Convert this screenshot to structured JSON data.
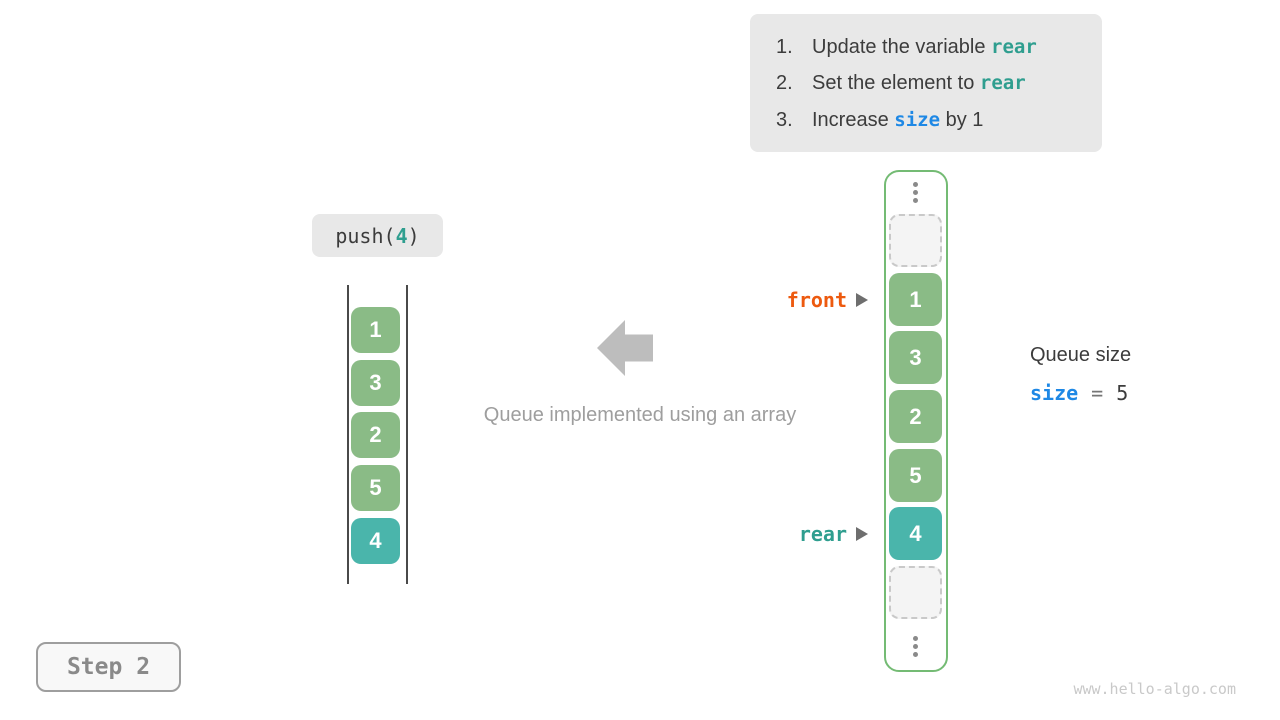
{
  "colors": {
    "green": "#8abb86",
    "teal": "#4ab5ab",
    "container-border": "#74bb74",
    "orange": "#ed5a0f",
    "teal-text": "#2f9e8f",
    "blue": "#1e88e5",
    "dark": "#3c3c3c",
    "gray-caption": "#9e9e9e",
    "box-bg": "#e8e8e8",
    "arrow-gray": "#bdbdbd",
    "pointer-arrow": "#6e6e6e",
    "step-text": "#8a8a8a",
    "watermark": "#c9c9c9",
    "dashed-border": "#c9c9c9",
    "dashed-bg": "#f4f4f4",
    "dots": "#8a8a8a",
    "line": "#4a4a4a"
  },
  "instructions": {
    "items": [
      {
        "num": "1.",
        "pre": "Update the variable ",
        "code": "rear",
        "post": ""
      },
      {
        "num": "2.",
        "pre": "Set the element to ",
        "code": "rear",
        "post": ""
      },
      {
        "num": "3.",
        "pre": "Increase ",
        "code": "size",
        "post": " by 1"
      }
    ]
  },
  "push_label": {
    "prefix": "push(",
    "arg": "4",
    "suffix": ")"
  },
  "left_array": {
    "cells": [
      {
        "value": "1"
      },
      {
        "value": "3"
      },
      {
        "value": "2"
      },
      {
        "value": "5"
      },
      {
        "value": "4"
      }
    ]
  },
  "caption": "Queue implemented using an array",
  "right_array": {
    "slots": [
      {
        "value": ""
      },
      {
        "value": "1"
      },
      {
        "value": "3"
      },
      {
        "value": "2"
      },
      {
        "value": "5"
      },
      {
        "value": "4"
      },
      {
        "value": ""
      }
    ]
  },
  "pointers": {
    "front": "front",
    "rear": "rear"
  },
  "queue_size": {
    "title": "Queue size",
    "var": "size",
    "eq": "=",
    "value": "5"
  },
  "step": "Step 2",
  "watermark": "www.hello-algo.com"
}
